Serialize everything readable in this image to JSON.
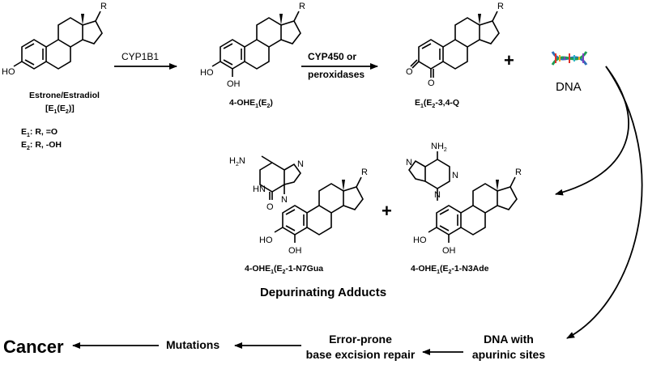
{
  "substituent_R": "R",
  "estrone": {
    "name": "Estrone/Estradiol",
    "abbr": "[E",
    "e1_def_sub": "1",
    "e1_def_text": ": R, =O",
    "e2_def_sub": "2",
    "e2_def_text": ": R, -OH"
  },
  "atoms": {
    "HO": "HO",
    "OH": "OH",
    "O": "O",
    "N": "N",
    "H2N": "H",
    "NH2": "NH",
    "HN": "HN",
    "two": "2"
  },
  "enzymes": {
    "step1": "CYP1B1",
    "step2_line1": "CYP450 or",
    "step2_line2": "peroxidases"
  },
  "labels": {
    "catechol": "4-OHE",
    "quinone_end": "-3,4-Q",
    "adduct_gua_end": "-1-N7Gua",
    "adduct_ade_end": "-1-N3Ade"
  },
  "dna_label": "DNA",
  "plus": "+",
  "depurinating_adducts": "Depurinating Adducts",
  "pathway": {
    "cancer": "Cancer",
    "mutations": "Mutations",
    "repair_line1": "Error-prone",
    "repair_line2": "base excision repair",
    "dna_apurinic_line1": "DNA with",
    "dna_apurinic_line2": "apurinic sites"
  }
}
